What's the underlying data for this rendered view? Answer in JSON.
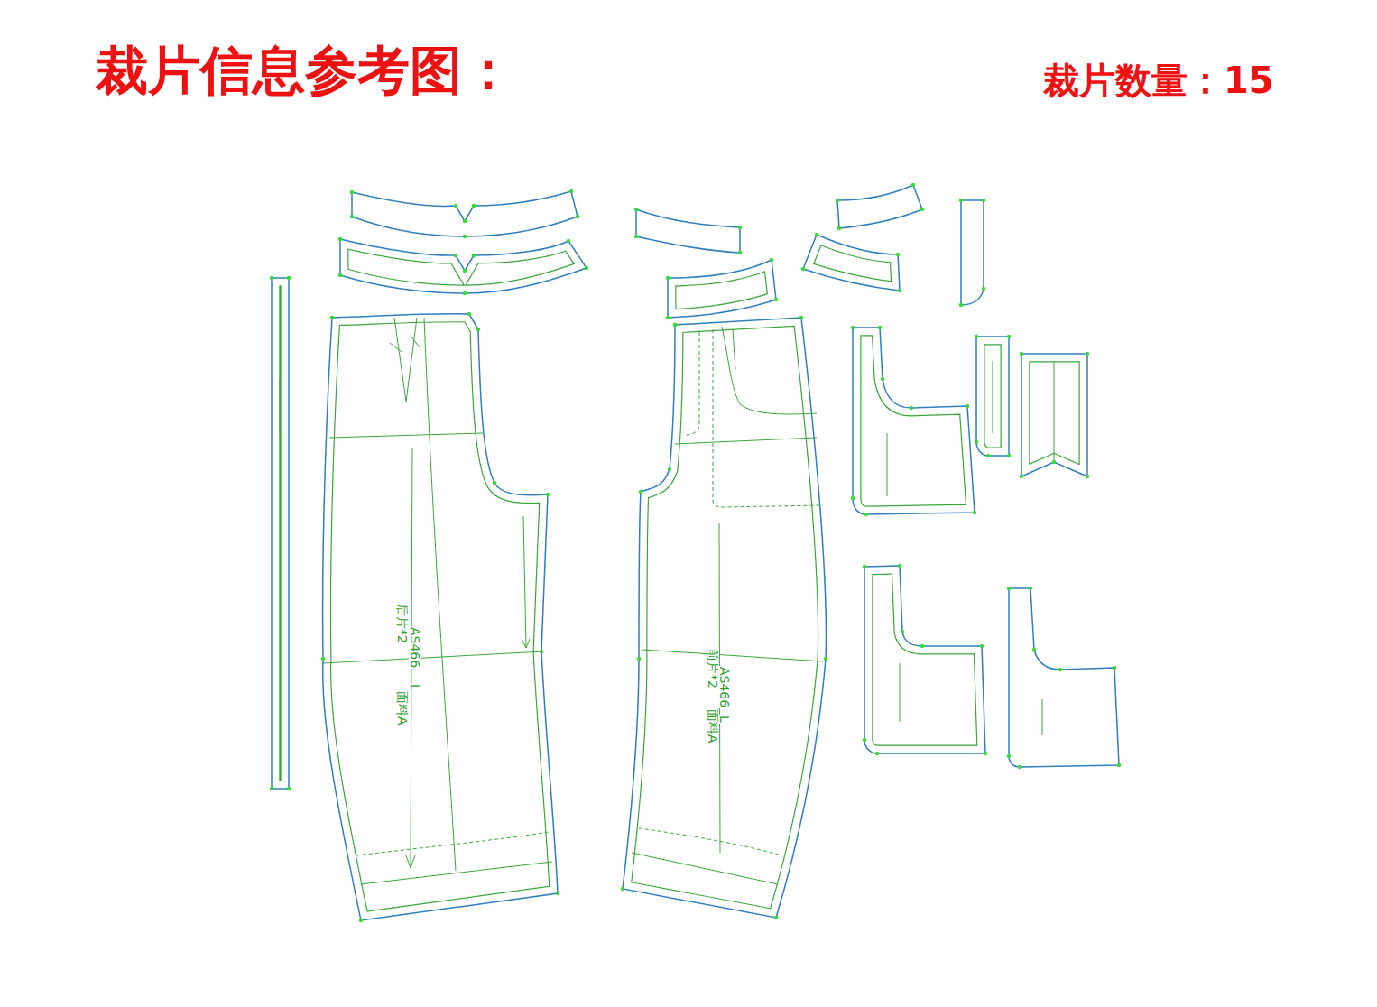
{
  "diagram": {
    "title": "裁片信息参考图：",
    "nodes": [
      {
        "text": [
          "后片*2",
          "AS466",
          "L",
          "面料A"
        ]
      },
      {
        "text": [
          "前片*2",
          "AS466",
          "L",
          "面料A"
        ]
      }
    ],
    "labels": [
      "裁片数量：15"
    ]
  }
}
